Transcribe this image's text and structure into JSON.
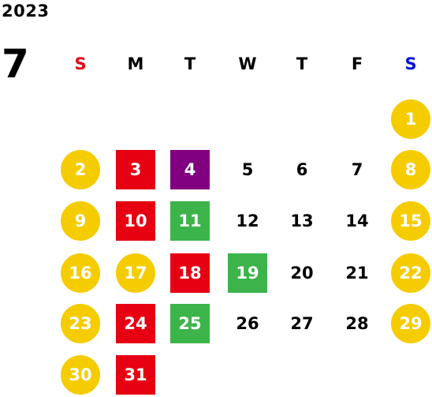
{
  "calendar": {
    "year": "2023",
    "month": "7",
    "weekdays": [
      {
        "label": "S",
        "color": "#e60012"
      },
      {
        "label": "M",
        "color": "#000000"
      },
      {
        "label": "T",
        "color": "#000000"
      },
      {
        "label": "W",
        "color": "#000000"
      },
      {
        "label": "T",
        "color": "#000000"
      },
      {
        "label": "F",
        "color": "#000000"
      },
      {
        "label": "S",
        "color": "#0014d8"
      }
    ],
    "colors": {
      "holiday_circle": "#f5cc00",
      "red": "#e60012",
      "purple": "#800080",
      "green": "#3cb44a"
    },
    "weeks": [
      [
        null,
        null,
        null,
        null,
        null,
        null,
        {
          "day": "1",
          "style": "holiday_circle"
        }
      ],
      [
        {
          "day": "2",
          "style": "holiday_circle"
        },
        {
          "day": "3",
          "style": "red"
        },
        {
          "day": "4",
          "style": "purple"
        },
        {
          "day": "5",
          "style": "plain"
        },
        {
          "day": "6",
          "style": "plain"
        },
        {
          "day": "7",
          "style": "plain"
        },
        {
          "day": "8",
          "style": "holiday_circle"
        }
      ],
      [
        {
          "day": "9",
          "style": "holiday_circle"
        },
        {
          "day": "10",
          "style": "red"
        },
        {
          "day": "11",
          "style": "green"
        },
        {
          "day": "12",
          "style": "plain"
        },
        {
          "day": "13",
          "style": "plain"
        },
        {
          "day": "14",
          "style": "plain"
        },
        {
          "day": "15",
          "style": "holiday_circle"
        }
      ],
      [
        {
          "day": "16",
          "style": "holiday_circle"
        },
        {
          "day": "17",
          "style": "holiday_circle"
        },
        {
          "day": "18",
          "style": "red"
        },
        {
          "day": "19",
          "style": "green"
        },
        {
          "day": "20",
          "style": "plain"
        },
        {
          "day": "21",
          "style": "plain"
        },
        {
          "day": "22",
          "style": "holiday_circle"
        }
      ],
      [
        {
          "day": "23",
          "style": "holiday_circle"
        },
        {
          "day": "24",
          "style": "red"
        },
        {
          "day": "25",
          "style": "green"
        },
        {
          "day": "26",
          "style": "plain"
        },
        {
          "day": "27",
          "style": "plain"
        },
        {
          "day": "28",
          "style": "plain"
        },
        {
          "day": "29",
          "style": "holiday_circle"
        }
      ],
      [
        {
          "day": "30",
          "style": "holiday_circle"
        },
        {
          "day": "31",
          "style": "red"
        },
        null,
        null,
        null,
        null,
        null
      ]
    ]
  }
}
